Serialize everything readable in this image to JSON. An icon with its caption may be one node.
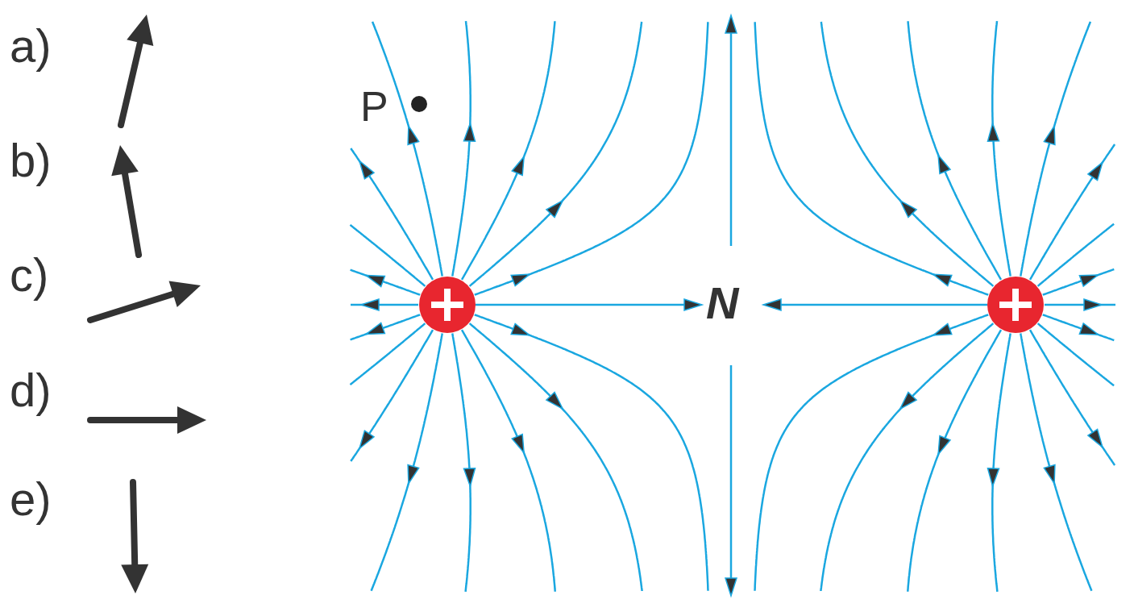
{
  "diagram": {
    "nodes": [
      {
        "text": [],
        "shape": "circle"
      },
      {
        "text": [],
        "shape": "circle"
      }
    ],
    "labels": [
      "a)",
      "b)",
      "c)",
      "d)",
      "e)",
      "P",
      "N"
    ]
  }
}
